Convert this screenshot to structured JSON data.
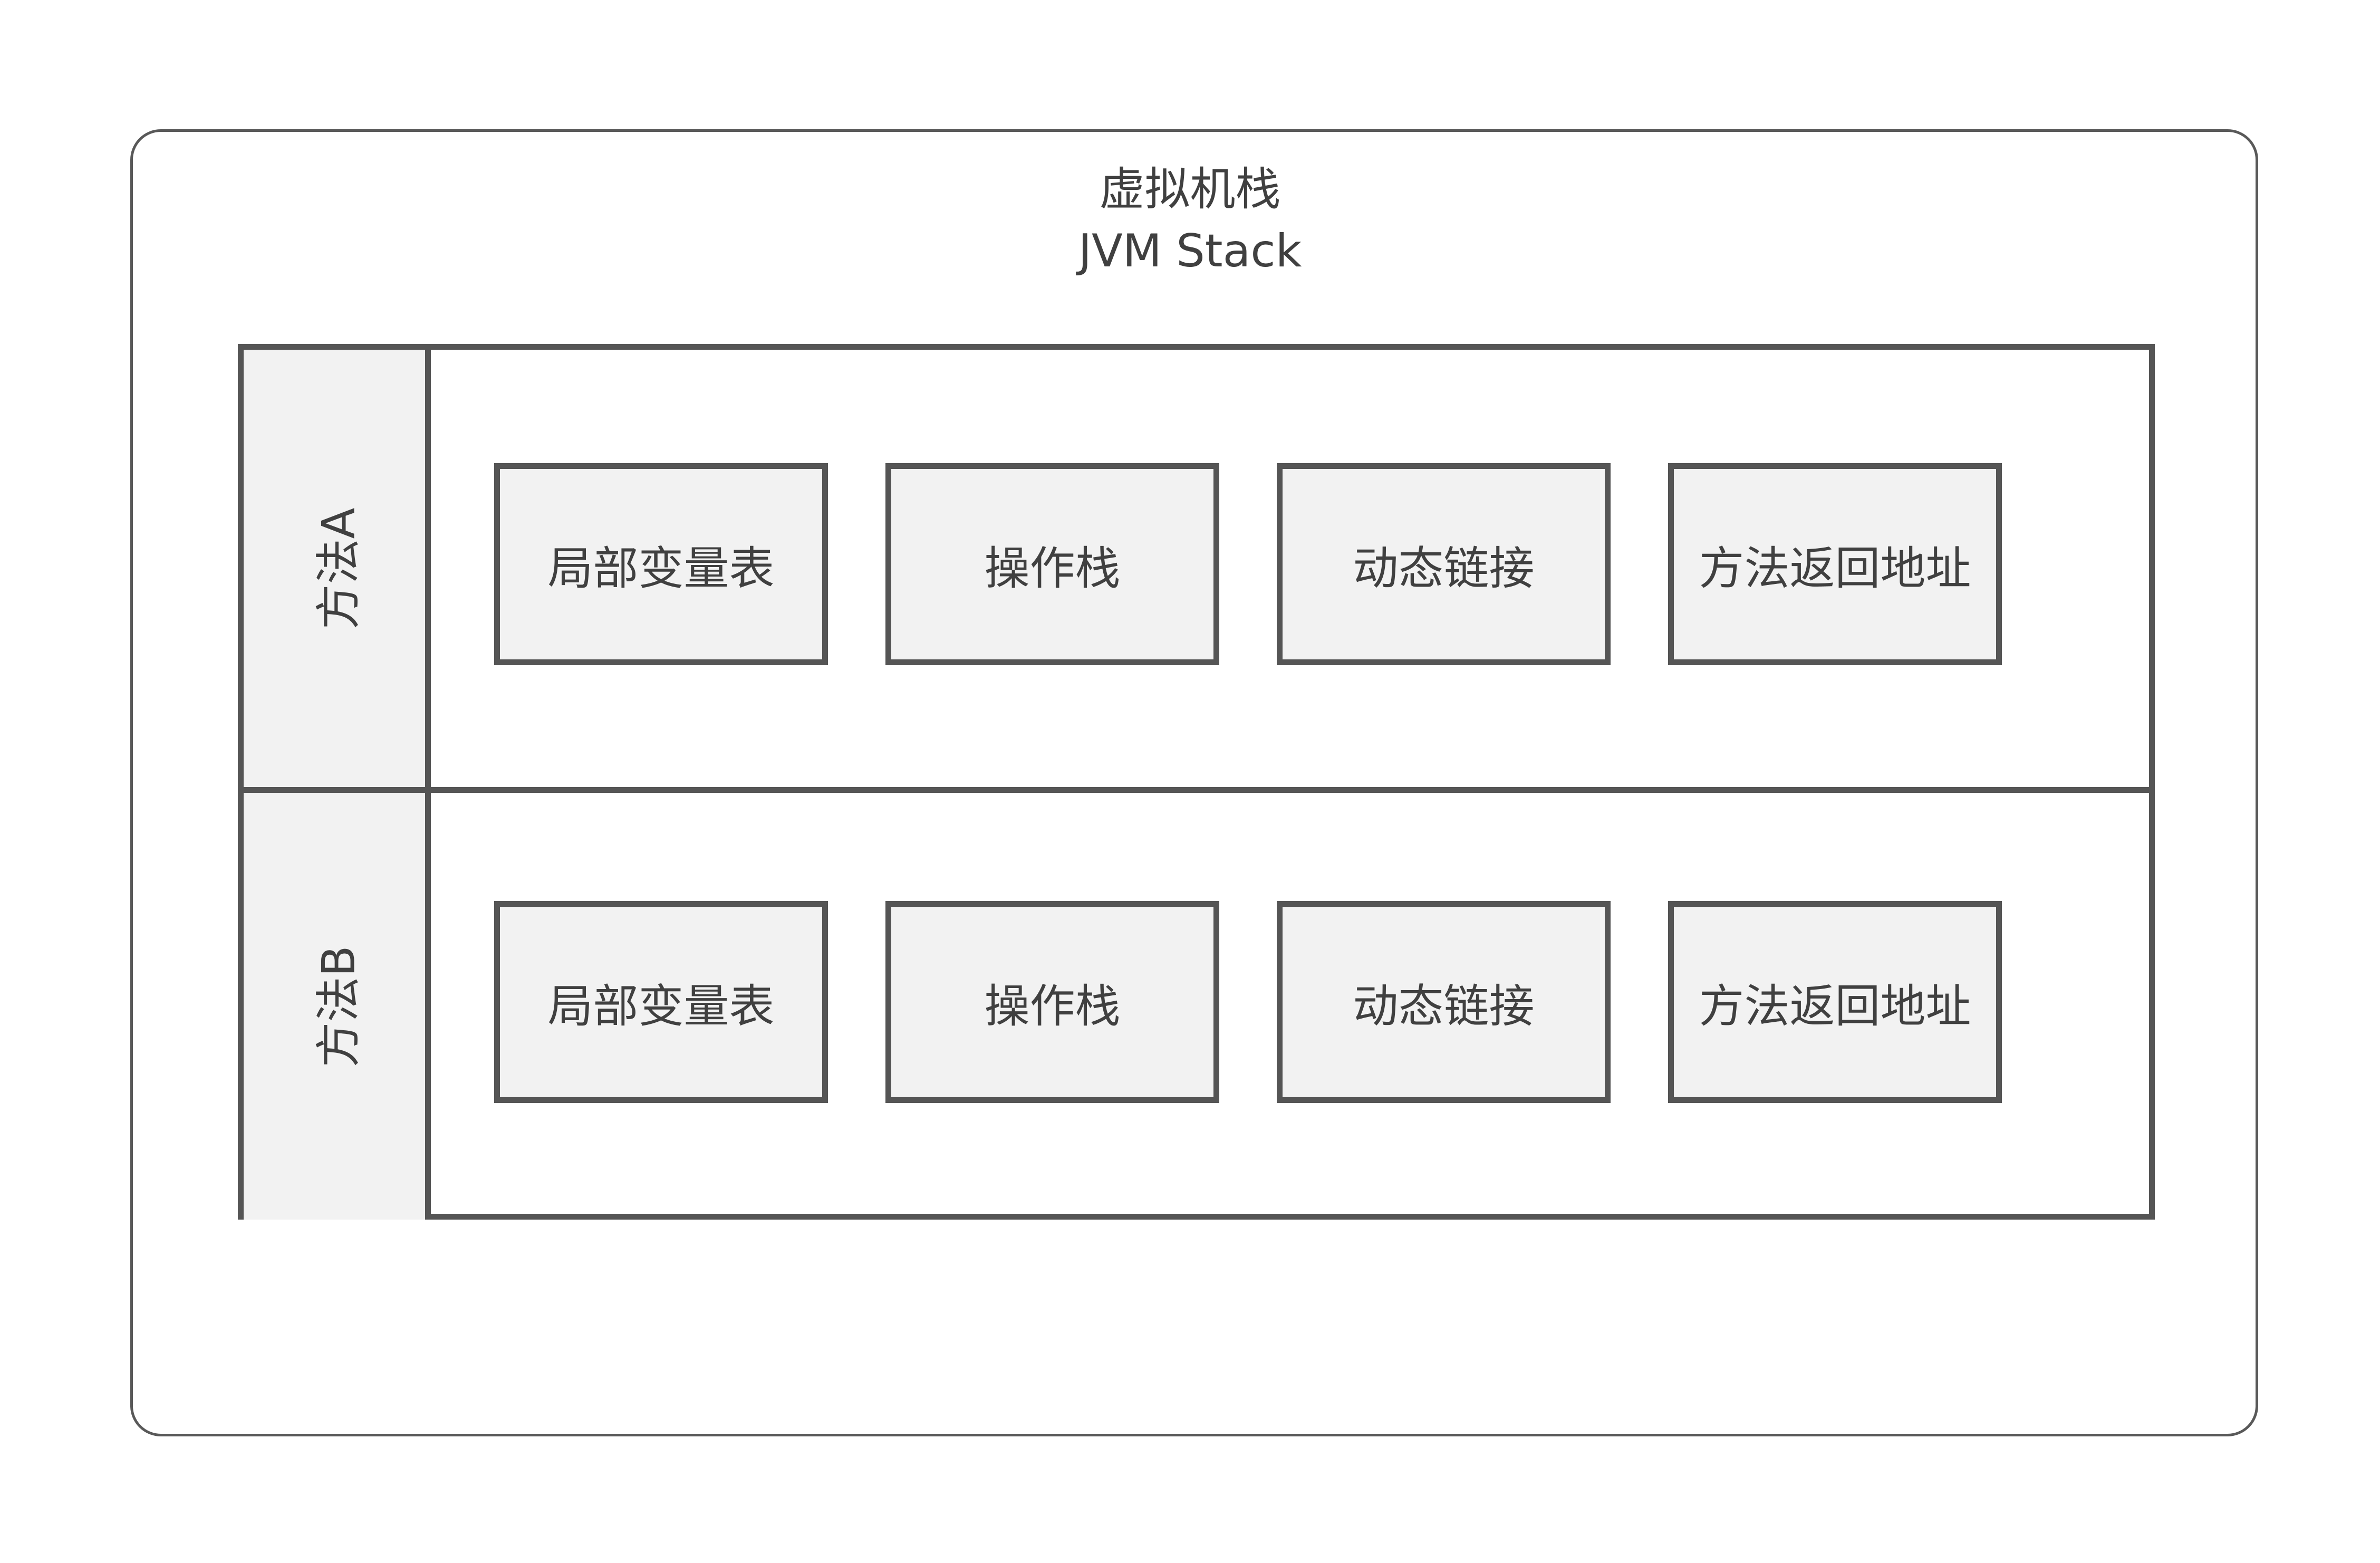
{
  "diagram": {
    "title_cn": "虚拟机栈",
    "title_en": "JVM Stack",
    "frames": [
      {
        "label": "方法A",
        "components": [
          "局部变量表",
          "操作栈",
          "动态链接",
          "方法返回地址"
        ]
      },
      {
        "label": "方法B",
        "components": [
          "局部变量表",
          "操作栈",
          "动态链接",
          "方法返回地址"
        ]
      }
    ]
  },
  "colors": {
    "border": "#555555",
    "fill": "#f2f2f2",
    "text": "#404040",
    "background": "#ffffff"
  }
}
